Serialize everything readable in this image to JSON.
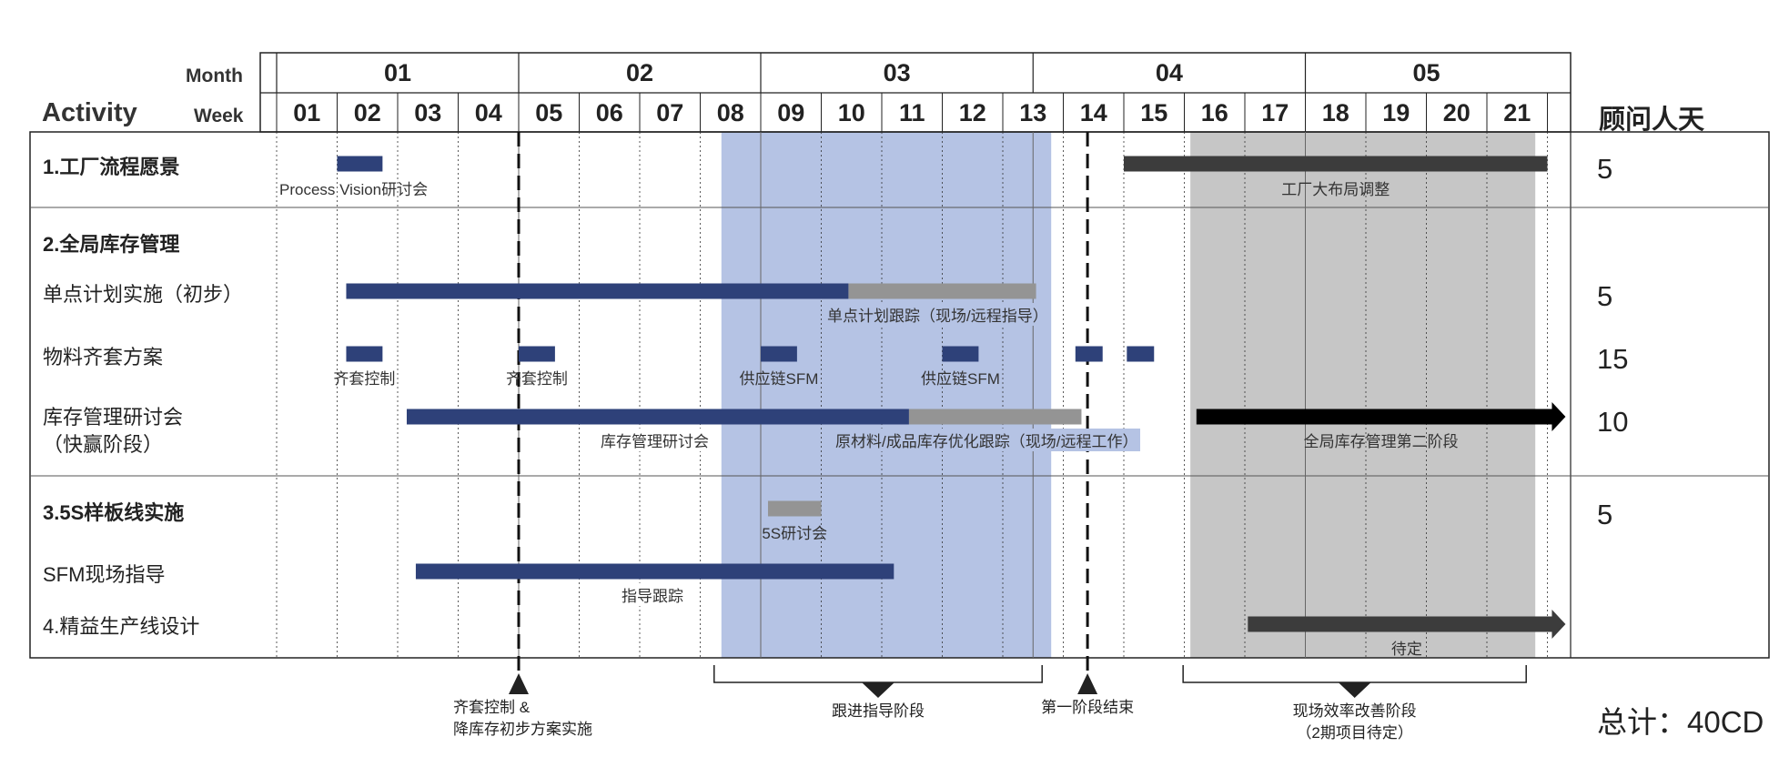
{
  "header": {
    "month_label": "Month",
    "week_label": "Week",
    "activity_label": "Activity",
    "days_label": "顾问人天"
  },
  "months": [
    {
      "label": "01",
      "start_week": 1,
      "end_week": 5
    },
    {
      "label": "02",
      "start_week": 5,
      "end_week": 9
    },
    {
      "label": "03",
      "start_week": 9,
      "end_week": 13.5
    },
    {
      "label": "04",
      "start_week": 13.5,
      "end_week": 18
    },
    {
      "label": "05",
      "start_week": 18,
      "end_week": 22
    }
  ],
  "weeks": [
    "01",
    "02",
    "03",
    "04",
    "05",
    "06",
    "07",
    "08",
    "09",
    "10",
    "11",
    "12",
    "13",
    "14",
    "15",
    "16",
    "17",
    "18",
    "19",
    "20",
    "21"
  ],
  "rows": [
    {
      "key": "r1",
      "title": "1.工厂流程愿景",
      "bold": true,
      "days": "5"
    },
    {
      "key": "r2h",
      "title": "2.全局库存管理",
      "bold": true,
      "days": ""
    },
    {
      "key": "r2a",
      "title": "单点计划实施（初步）",
      "bold": false,
      "days": "5"
    },
    {
      "key": "r2b",
      "title": "物料齐套方案",
      "bold": false,
      "days": "15"
    },
    {
      "key": "r2c",
      "title": "库存管理研讨会\n（快赢阶段）",
      "bold": false,
      "days": "10"
    },
    {
      "key": "r3",
      "title": "3.5S样板线实施",
      "bold": true,
      "days": "5"
    },
    {
      "key": "r3a",
      "title": "SFM现场指导",
      "bold": false,
      "days": ""
    },
    {
      "key": "r4",
      "title": "4.精益生产线设计",
      "bold": false,
      "days": ""
    }
  ],
  "total_label": "总计：40CD",
  "colors": {
    "navy": "#2e4179",
    "gray": "#949494",
    "dark": "#3c3c3c",
    "black": "#000000",
    "highlight_blue": "#b5c3e4",
    "highlight_gray": "#c6c6c6"
  },
  "chart_data": {
    "type": "gantt",
    "x_unit": "week",
    "x_range": [
      1,
      22
    ],
    "phases": [
      {
        "name": "跟进指导阶段",
        "start_week": 8.35,
        "end_week": 13.8,
        "color": "#b5c3e4"
      },
      {
        "name": "现场效率改善阶段（2期项目待定）",
        "start_week": 16.1,
        "end_week": 21.8,
        "color": "#c6c6c6"
      }
    ],
    "tasks": [
      {
        "row": "r1",
        "label": "Process Vision研讨会",
        "start": 2.0,
        "end": 2.75,
        "color": "navy",
        "arrow": false
      },
      {
        "row": "r1",
        "label": "工厂大布局调整",
        "start": 15.0,
        "end": 22.0,
        "color": "dark",
        "arrow": false
      },
      {
        "row": "r2a",
        "label": "",
        "start": 2.15,
        "end": 10.45,
        "color": "navy",
        "arrow": false
      },
      {
        "row": "r2a",
        "label": "单点计划跟踪（现场/远程指导）",
        "start": 10.45,
        "end": 13.55,
        "color": "gray",
        "arrow": false
      },
      {
        "row": "r2b",
        "label": "齐套控制",
        "start": 2.15,
        "end": 2.75,
        "color": "navy",
        "arrow": false
      },
      {
        "row": "r2b",
        "label": "齐套控制",
        "start": 5.0,
        "end": 5.6,
        "color": "navy",
        "arrow": false
      },
      {
        "row": "r2b",
        "label": "供应链SFM",
        "start": 9.0,
        "end": 9.6,
        "color": "navy",
        "arrow": false
      },
      {
        "row": "r2b",
        "label": "供应链SFM",
        "start": 12.0,
        "end": 12.6,
        "color": "navy",
        "arrow": false
      },
      {
        "row": "r2b",
        "label": "",
        "start": 14.2,
        "end": 14.65,
        "color": "navy",
        "arrow": false
      },
      {
        "row": "r2b",
        "label": "",
        "start": 15.05,
        "end": 15.5,
        "color": "navy",
        "arrow": false
      },
      {
        "row": "r2c",
        "label": "库存管理研讨会",
        "start": 3.15,
        "end": 11.45,
        "color": "navy",
        "arrow": false
      },
      {
        "row": "r2c",
        "label": "原材料/成品库存优化跟踪（现场/远程工作）",
        "start": 11.45,
        "end": 14.3,
        "color": "gray",
        "arrow": false
      },
      {
        "row": "r2c",
        "label": "全局库存管理第二阶段",
        "start": 16.2,
        "end": 22.3,
        "color": "black",
        "arrow": true
      },
      {
        "row": "r3",
        "label": "5S研讨会",
        "start": 9.12,
        "end": 10.0,
        "color": "gray",
        "arrow": false
      },
      {
        "row": "r3a",
        "label": "指导跟踪",
        "start": 3.3,
        "end": 11.2,
        "color": "navy",
        "arrow": false
      },
      {
        "row": "r4",
        "label": "待定",
        "start": 17.05,
        "end": 22.3,
        "color": "dark",
        "arrow": true
      }
    ],
    "milestones": [
      {
        "label": "齐套控制 &\n降库存初步方案实施",
        "week": 5.0
      },
      {
        "label": "第一阶段结束",
        "week": 14.4
      }
    ]
  }
}
